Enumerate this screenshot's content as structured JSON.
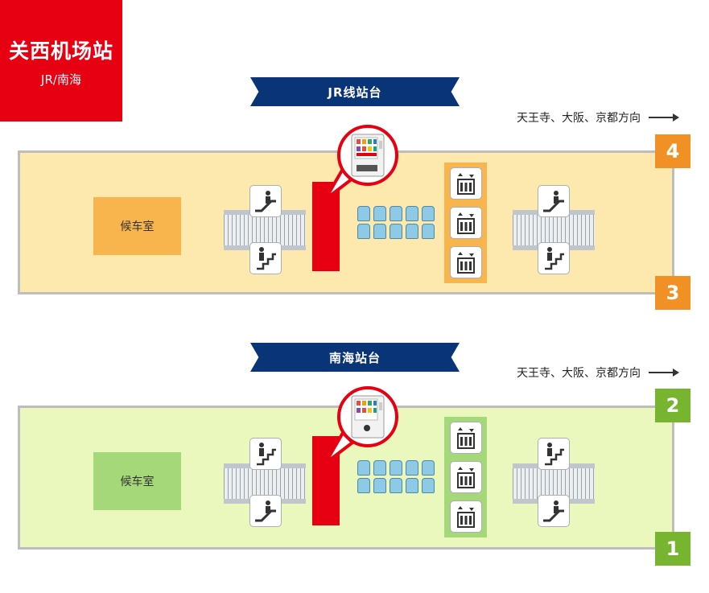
{
  "station": {
    "name": "关西机场站",
    "lines": "JR/南海"
  },
  "jr": {
    "title": "JR线站台",
    "direction": "天王寺、大阪、京都方向",
    "waiting_room": "候车室",
    "track_top": "4",
    "track_bottom": "3"
  },
  "nankai": {
    "title": "南海站台",
    "direction": "天王寺、大阪、京都方向",
    "waiting_room": "候车室",
    "track_top": "2",
    "track_bottom": "1"
  },
  "colors": {
    "red": "#e60012",
    "navy": "#0a3478",
    "orange": "#f19125",
    "green": "#77b530",
    "jr_floor": "#fde9ad",
    "nankai_floor": "#eaf8bd"
  },
  "icons": [
    "escalator-icon",
    "stairs-icon",
    "elevator-icon",
    "vending-machine-icon",
    "seat-icon",
    "arrow-right-icon"
  ]
}
